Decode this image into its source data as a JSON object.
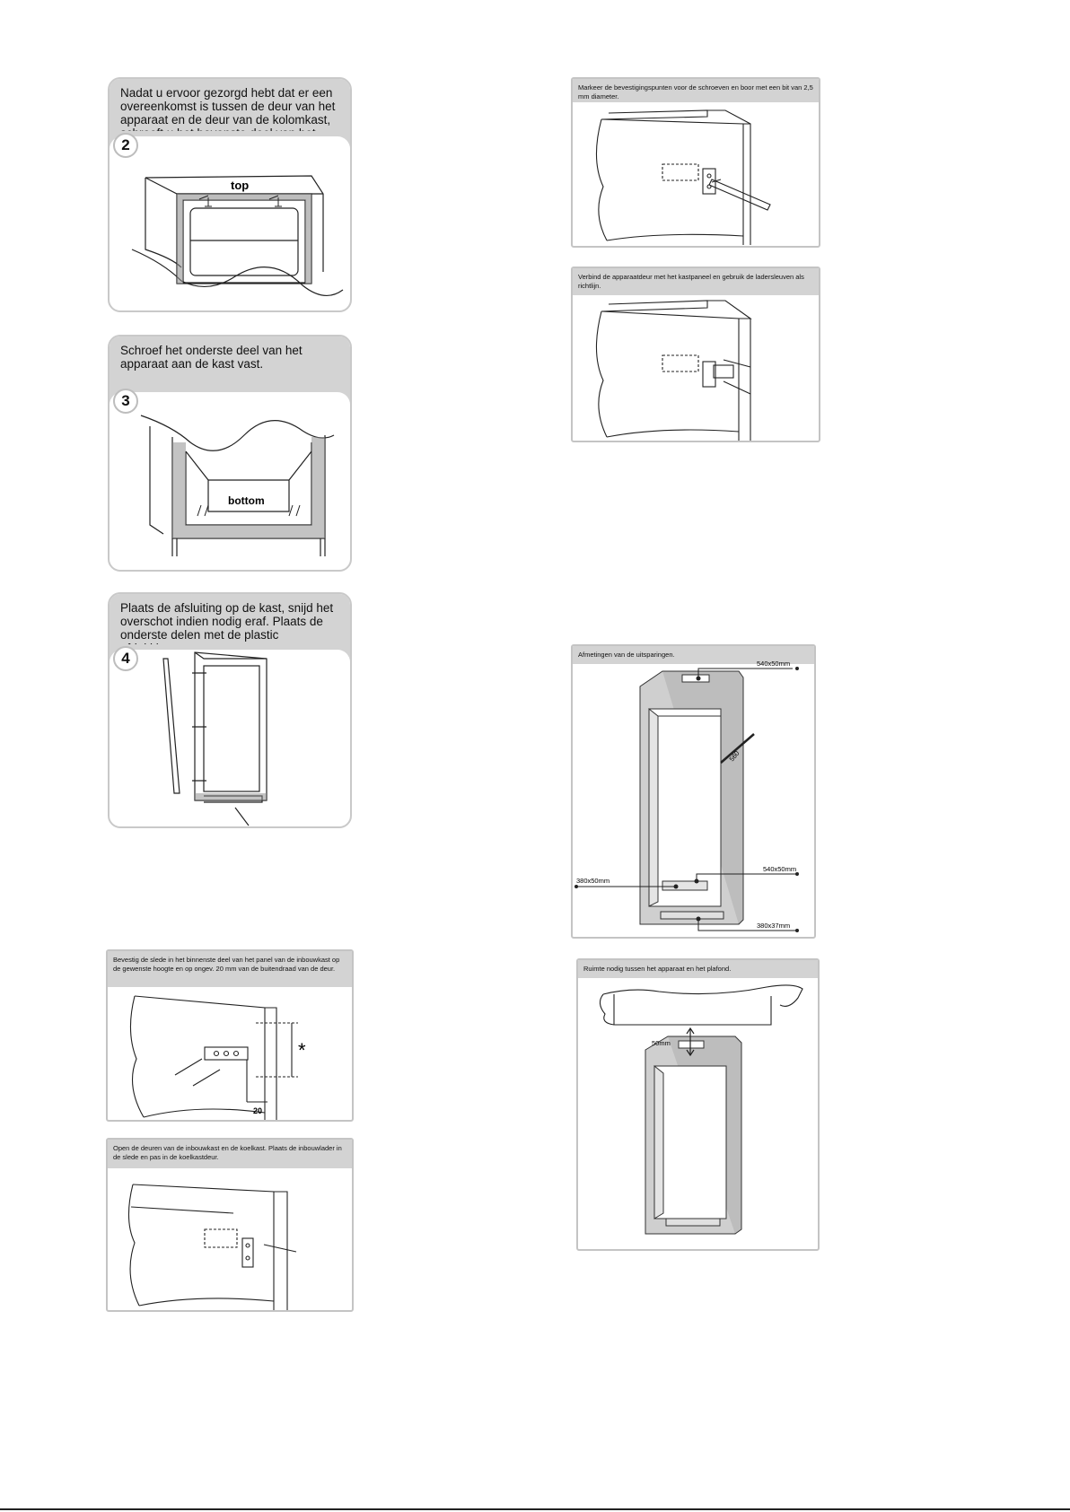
{
  "panels": {
    "step2": {
      "caption": "Nadat u ervoor gezorgd hebt dat er een overeenkomst is tussen de deur van het apparaat en de deur van de kolomkast, schroeft u het bovenste deel van het apparaat aan de kast vast.",
      "step": "2",
      "label": "top"
    },
    "step3": {
      "caption": "Schroef het onderste deel van het apparaat aan de kast vast.",
      "step": "3",
      "label": "bottom"
    },
    "step4": {
      "caption": "Plaats de afsluiting op de kast, snijd het overschot indien nodig eraf. Plaats de onderste delen met de plastic afdekkingen.",
      "step": "4"
    },
    "slide": {
      "caption": "Bevestig de slede in het binnenste deel van het panel van de inbouwkast op de gewenste hoogte en op ongev. 20 mm van de buitendraad van de deur.",
      "dim": "20",
      "star": "*"
    },
    "opendoor": {
      "caption": "Open de deuren van de inbouwkast en de koelkast. Plaats de inbouwlader in de slede en pas in de koelkastdeur."
    },
    "mark": {
      "caption": "Markeer de bevestigingspunten voor de schroeven en boor met een bit van 2,5 mm diameter."
    },
    "connect": {
      "caption": "Verbind de apparaatdeur met het kastpaneel en gebruik de ladersleuven als richtlijn."
    },
    "recess": {
      "caption": "Afmetingen van de uitsparingen.",
      "dim_top": "540x50mm",
      "dim_depth": "560",
      "dim_mid": "540x50mm",
      "dim_left": "380x50mm",
      "dim_bottom": "380x37mm"
    },
    "ceiling": {
      "caption": "Ruimte nodig tussen het apparaat en het plafond.",
      "gap": "50mm"
    }
  }
}
